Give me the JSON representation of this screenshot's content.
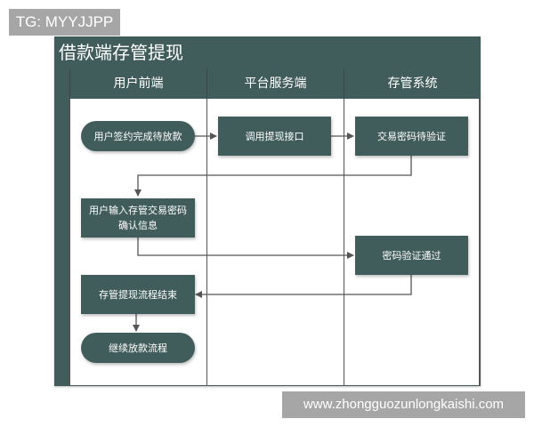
{
  "watermarks": {
    "top": "TG: MYYJJPP",
    "bottom": "www.zhongguozunlongkaishi.com"
  },
  "diagram": {
    "title": "借款端存管提现",
    "colors": {
      "frame": "#415d5b",
      "node": "#415d5b",
      "line": "#555555",
      "text": "#ffffff"
    },
    "lanes": [
      {
        "label": "用户前端"
      },
      {
        "label": "平台服务端"
      },
      {
        "label": "存管系统"
      }
    ],
    "nodes": {
      "n1": {
        "label": "用户签约完成待放款",
        "shape": "rounded",
        "lane": 0
      },
      "n2": {
        "label": "调用提现接口",
        "shape": "rect",
        "lane": 1
      },
      "n3": {
        "label": "交易密码待验证",
        "shape": "rect",
        "lane": 2
      },
      "n4": {
        "label": "用户输入存管交易密码确认信息",
        "line1": "用户输入存管交易密码",
        "line2": "确认信息",
        "shape": "rect",
        "lane": 0
      },
      "n5": {
        "label": "密码验证通过",
        "shape": "rect",
        "lane": 2
      },
      "n6": {
        "label": "存管提现流程结束",
        "shape": "rect",
        "lane": 0
      },
      "n7": {
        "label": "继续放款流程",
        "shape": "rounded",
        "lane": 0
      }
    },
    "edges": [
      {
        "from": "n1",
        "to": "n2"
      },
      {
        "from": "n2",
        "to": "n3"
      },
      {
        "from": "n3",
        "to": "n4"
      },
      {
        "from": "n4",
        "to": "n5"
      },
      {
        "from": "n5",
        "to": "n6"
      },
      {
        "from": "n6",
        "to": "n7"
      }
    ]
  }
}
